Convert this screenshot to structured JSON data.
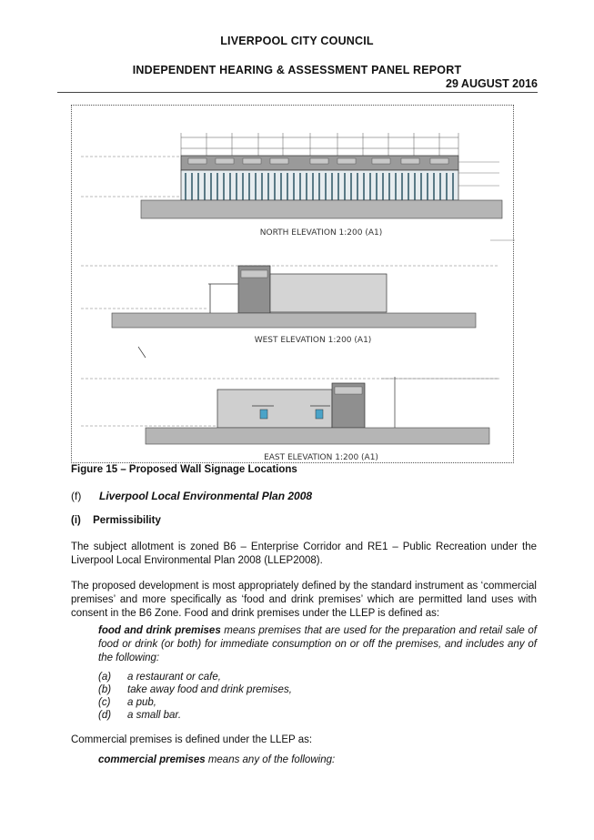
{
  "header": {
    "council": "LIVERPOOL CITY COUNCIL",
    "report": "INDEPENDENT HEARING & ASSESSMENT PANEL REPORT",
    "date": "29 AUGUST 2016"
  },
  "figure": {
    "north_label": "NORTH  ELEVATION  1:200  (A1)",
    "west_label": "WEST ELEVATION  1:200  (A1)",
    "east_label": "EAST ELEVATION  1:200  (A1)",
    "caption": "Figure 15 – Proposed Wall Signage Locations"
  },
  "section_f": {
    "num": "(f)",
    "title": "Liverpool Local Environmental Plan 2008"
  },
  "section_i": {
    "num": "(i)",
    "title": "Permissibility"
  },
  "paragraphs": {
    "p1": "The subject allotment is zoned B6 – Enterprise Corridor and RE1 – Public Recreation under the Liverpool Local Environmental Plan 2008 (LLEP2008).",
    "p2": "The proposed development is most appropriately defined by the standard instrument as ‘commercial premises’ and more specifically as ‘food and drink premises’ which are permitted land uses with consent in the B6 Zone. Food and drink premises under the LLEP is defined as:",
    "p3": "Commercial premises is defined under the LLEP as:"
  },
  "definition1": {
    "term": "food and drink premises",
    "text": " means premises that are used for the preparation and retail sale of food or drink (or both) for immediate consumption on or off the premises, and includes any of the following:"
  },
  "list": [
    {
      "label": "(a)",
      "text": "a restaurant or cafe,"
    },
    {
      "label": "(b)",
      "text": "take away food and drink premises,"
    },
    {
      "label": "(c)",
      "text": "a pub,"
    },
    {
      "label": "(d)",
      "text": "a small bar."
    }
  ],
  "definition2": {
    "term": "commercial premises",
    "text": " means any of the following:"
  }
}
